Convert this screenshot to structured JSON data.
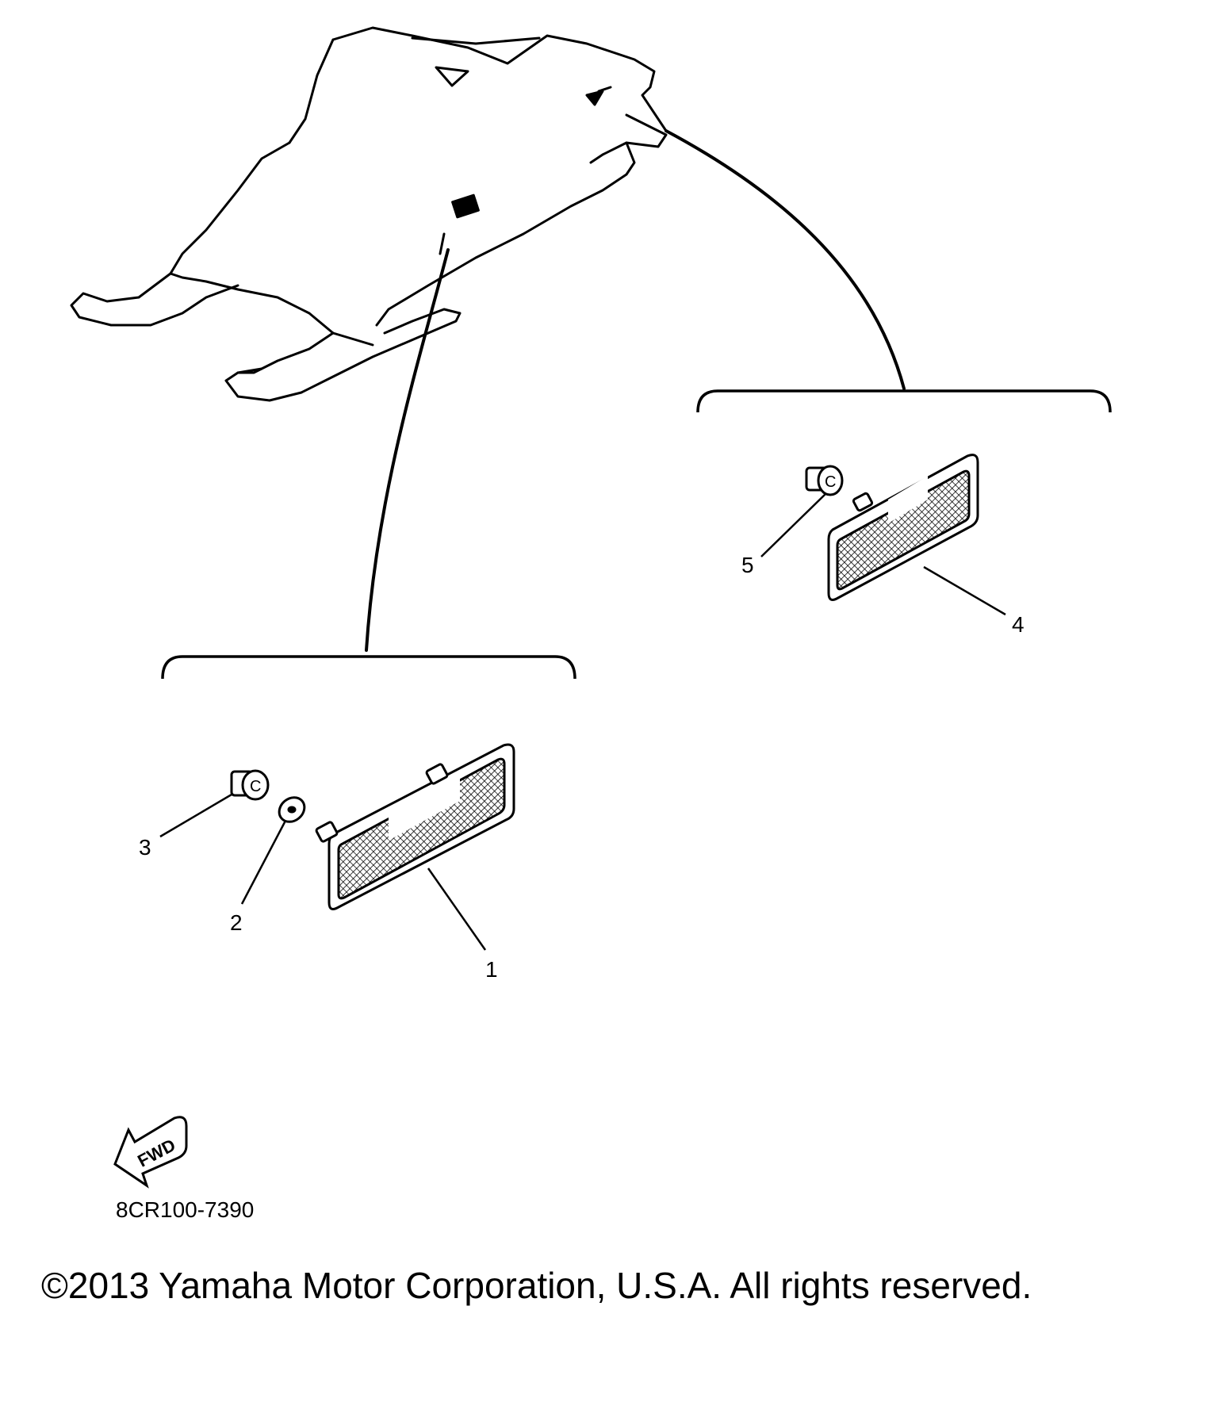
{
  "callouts": {
    "c1": "1",
    "c2": "2",
    "c3": "3",
    "c4": "4",
    "c5": "5"
  },
  "fwd_label": "FWD",
  "part_code": "8CR100-7390",
  "copyright": "©2013 Yamaha Motor Corporation, U.S.A. All rights reserved.",
  "colors": {
    "line": "#000000",
    "background": "#ffffff"
  }
}
